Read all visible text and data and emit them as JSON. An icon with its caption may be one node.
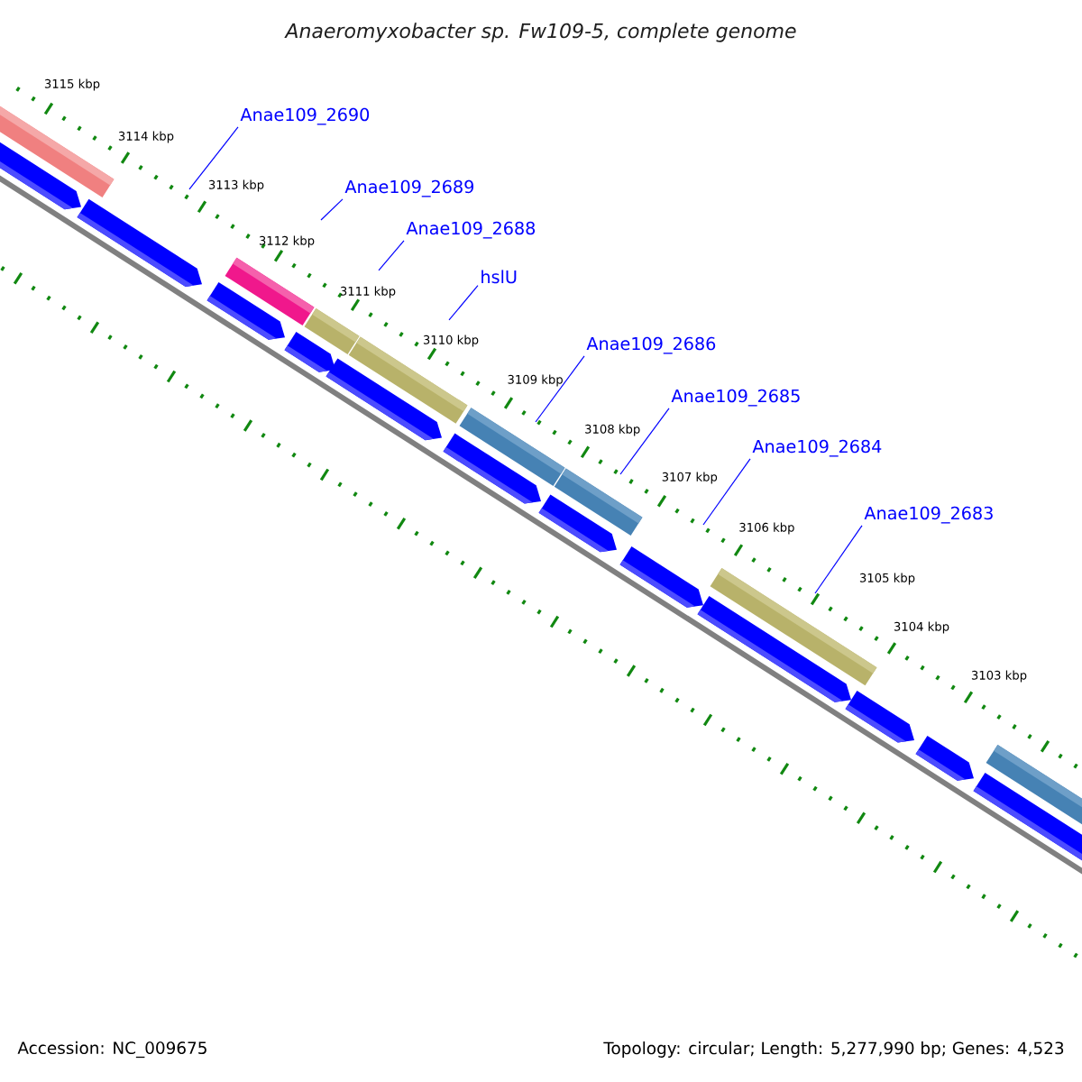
{
  "diagram": {
    "title": "Anaeromyxobacter sp. Fw109-5, complete genome",
    "nodes": [
      {
        "text": [
          "Anae109_2690"
        ]
      },
      {
        "text": [
          "Anae109_2689"
        ]
      },
      {
        "text": [
          "Anae109_2688"
        ]
      },
      {
        "text": [
          "hslU"
        ]
      },
      {
        "text": [
          "Anae109_2686"
        ]
      },
      {
        "text": [
          "Anae109_2685"
        ]
      },
      {
        "text": [
          "Anae109_2684"
        ]
      },
      {
        "text": [
          "Anae109_2683"
        ]
      }
    ],
    "edges": [
      {
        "from": 0,
        "to": null,
        "arrow": "none"
      },
      {
        "from": 1,
        "to": null,
        "arrow": "none"
      },
      {
        "from": 2,
        "to": null,
        "arrow": "none"
      },
      {
        "from": 3,
        "to": null,
        "arrow": "none"
      },
      {
        "from": 4,
        "to": null,
        "arrow": "none"
      },
      {
        "from": 5,
        "to": null,
        "arrow": "none"
      },
      {
        "from": 6,
        "to": null,
        "arrow": "none"
      },
      {
        "from": 7,
        "to": null,
        "arrow": "none"
      }
    ],
    "labels": [
      "3115 kbp",
      "3114 kbp",
      "3113 kbp",
      "3112 kbp",
      "3111 kbp",
      "3110 kbp",
      "3109 kbp",
      "3108 kbp",
      "3107 kbp",
      "3106 kbp",
      "3105 kbp",
      "3104 kbp",
      "3103 kbp",
      "Accession: NC_009675",
      "Topology: circular; Length: 5,277,990 bp; Genes: 4,523"
    ]
  }
}
